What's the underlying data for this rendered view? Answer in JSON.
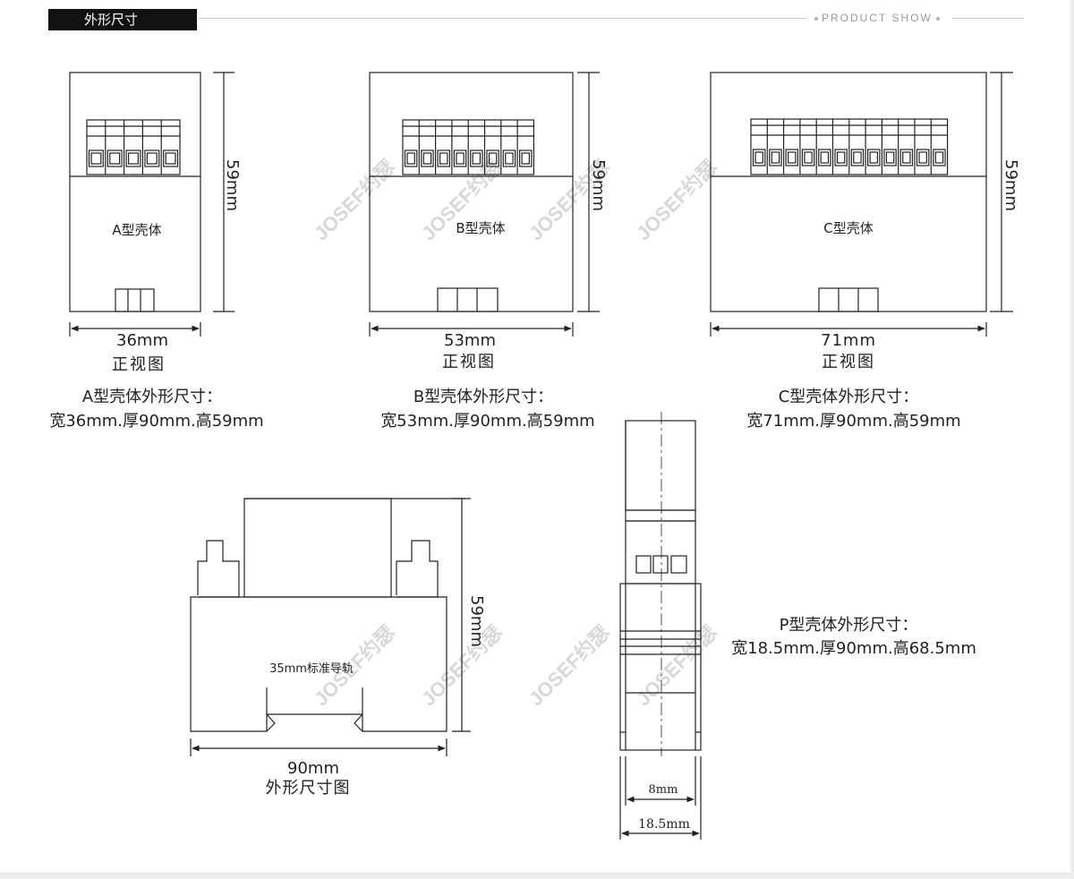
{
  "header": {
    "title": "外形尺寸",
    "right_text": "PRODUCT SHOW"
  },
  "watermark": "JOSEF约瑟",
  "views": [
    {
      "housing": "A型壳体",
      "width": "36mm",
      "height": "59mm",
      "view": "正视图",
      "spec_title": "A型壳体外形尺寸：",
      "spec": "宽36mm.厚90mm.高59mm"
    },
    {
      "housing": "B型壳体",
      "width": "53mm",
      "height": "59mm",
      "view": "正视图",
      "spec_title": "B型壳体外形尺寸：",
      "spec": "宽53mm.厚90mm.高59mm"
    },
    {
      "housing": "C型壳体",
      "width": "71mm",
      "height": "59mm",
      "view": "正视图",
      "spec_title": "C型壳体外形尺寸：",
      "spec": "宽71mm.厚90mm.高59mm"
    }
  ],
  "side": {
    "rail": "35mm标准导轨",
    "width": "90mm",
    "height": "59mm",
    "caption": "外形尺寸图"
  },
  "p_type": {
    "inner": "8mm",
    "outer": "18.5mm",
    "spec_title": "P型壳体外形尺寸：",
    "spec": "宽18.5mm.厚90mm.高68.5mm"
  }
}
